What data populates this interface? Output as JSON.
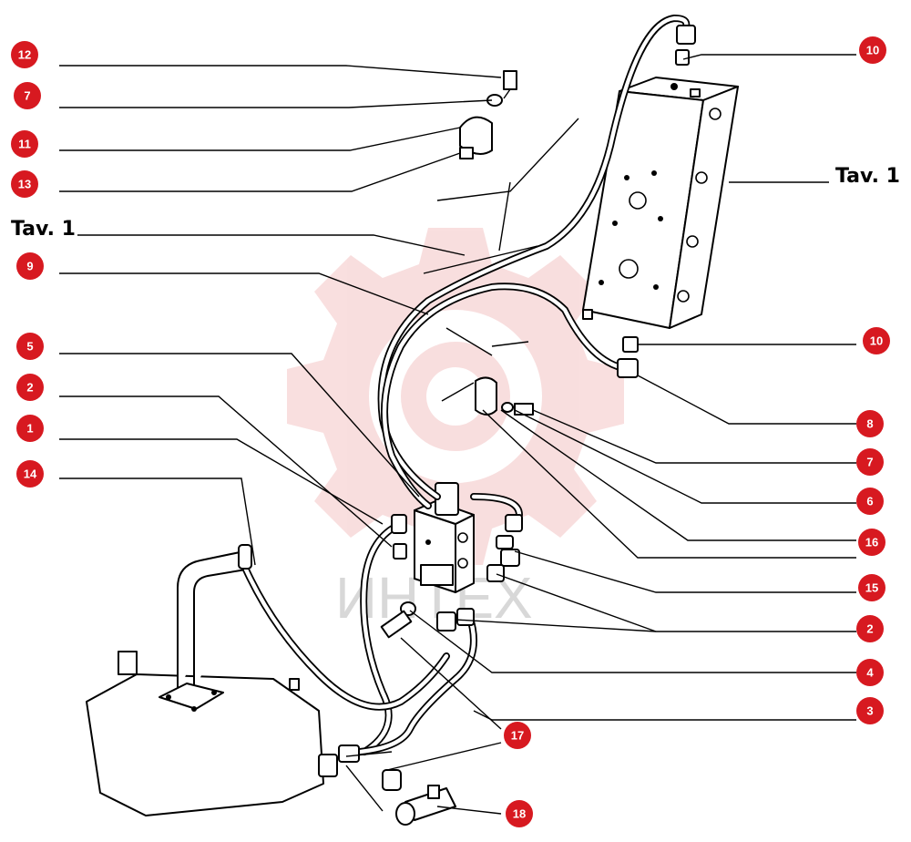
{
  "reference_labels": {
    "left": "Tav. 1",
    "right": "Tav. 1"
  },
  "watermark": {
    "text": "ИНТЕХ",
    "color": "#f3b0b0"
  },
  "callout_color": "#d71920",
  "callouts": {
    "c12": "12",
    "c7a": "7",
    "c11": "11",
    "c13": "13",
    "c9": "9",
    "c5": "5",
    "c2a": "2",
    "c1": "1",
    "c14": "14",
    "c10a": "10",
    "c10b": "10",
    "c8": "8",
    "c7b": "7",
    "c6": "6",
    "c16": "16",
    "c15": "15",
    "c2b": "2",
    "c4": "4",
    "c3": "3",
    "c17": "17",
    "c18": "18"
  }
}
